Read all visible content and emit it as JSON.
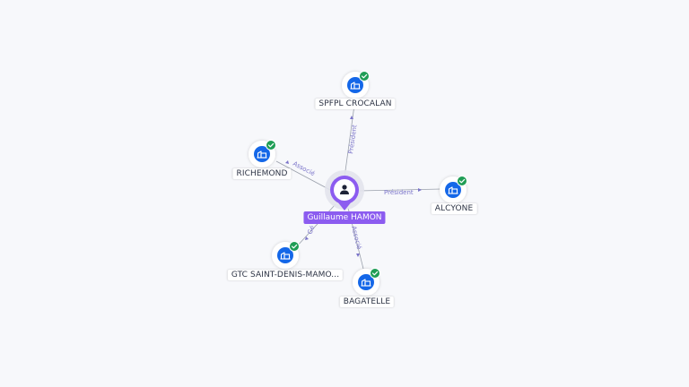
{
  "center": {
    "name": "Guillaume HAMON",
    "icon": "person-icon",
    "accent": "#8c5cf0"
  },
  "companies": [
    {
      "id": "crocalan",
      "name": "SPFPL CROCALAN",
      "relation": "Président",
      "verified": true
    },
    {
      "id": "richemond",
      "name": "RICHEMOND",
      "relation": "Associé",
      "verified": true
    },
    {
      "id": "alcyone",
      "name": "ALCYONE",
      "relation": "Président",
      "verified": true
    },
    {
      "id": "gtc",
      "name": "GTC SAINT-DENIS-MAMO...",
      "relation": "Gé",
      "verified": true
    },
    {
      "id": "bagatelle",
      "name": "BAGATELLE",
      "relation": "Associé",
      "verified": true
    }
  ],
  "colors": {
    "company_icon": "#1467e8",
    "verified_badge": "#1f9d55",
    "edge": "#9aa0ab",
    "edge_label": "#7a73c9"
  },
  "icons": {
    "company": "building-icon",
    "verified": "check-badge-icon"
  }
}
